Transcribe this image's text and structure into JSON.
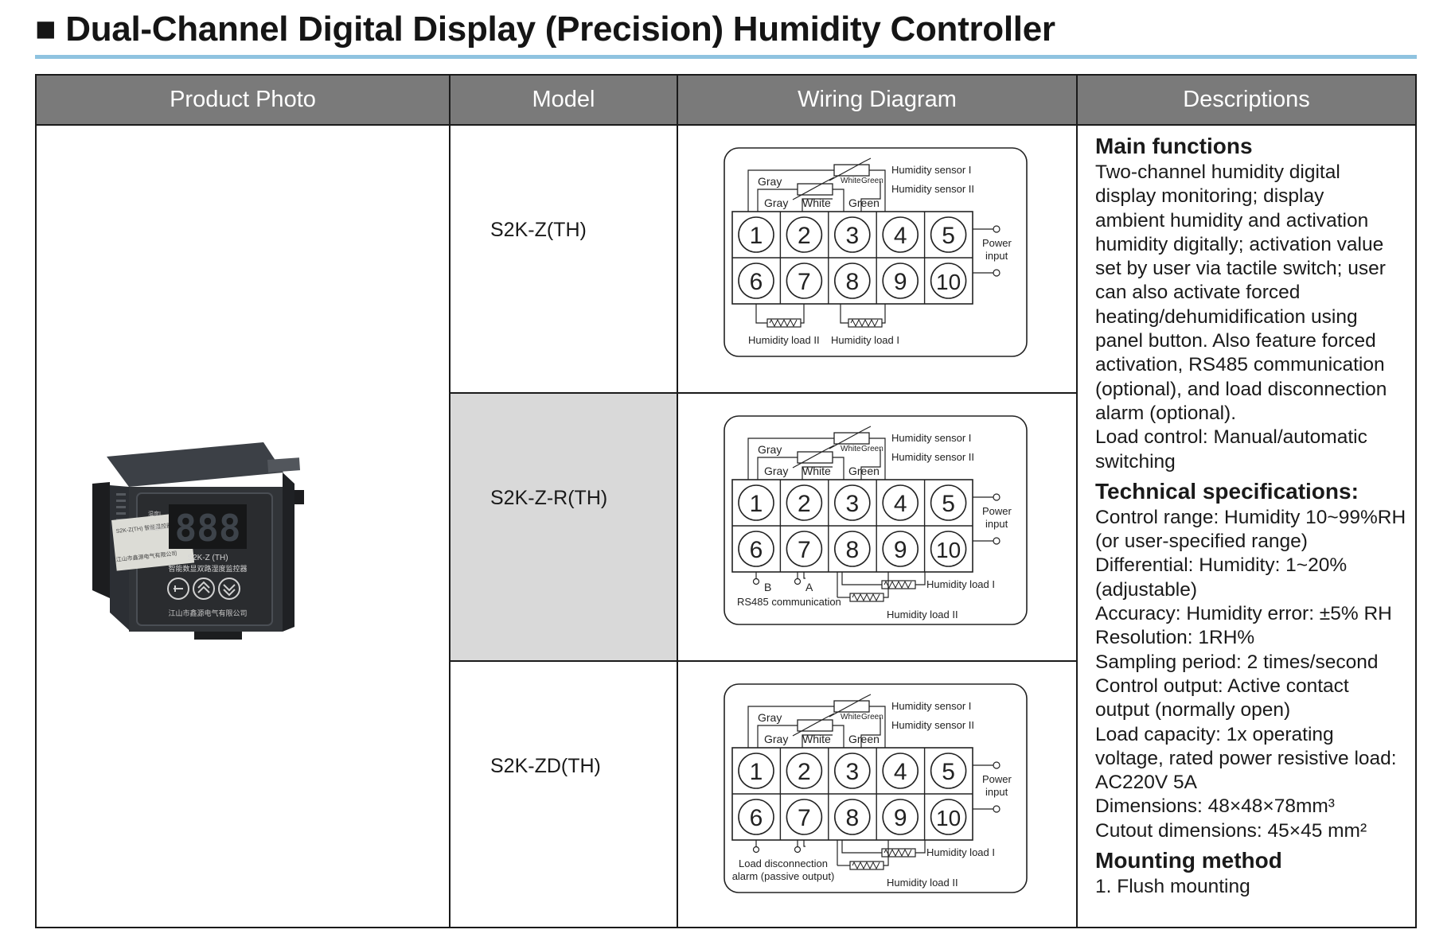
{
  "page": {
    "bullet": "■",
    "title": "Dual-Channel Digital Display (Precision) Humidity Controller"
  },
  "table": {
    "headers": [
      "Product Photo",
      "Model",
      "Wiring Diagram",
      "Descriptions"
    ],
    "models": [
      "S2K-Z(TH)",
      "S2K-Z-R(TH)",
      "S2K-ZD(TH)"
    ]
  },
  "product_photo": {
    "panel_model": "S2K-Z (TH)",
    "panel_name": "智能数显双路湿度监控器",
    "panel_maker": "江山市鑫源电气有限公司",
    "panel_left_1": "湿度I",
    "panel_left_2": "湿度II",
    "display": "888",
    "side_label": "S2K-Z(TH)  智能温控器  AC220V",
    "side_maker": "江山市鑫源电气有限公司"
  },
  "wiring": {
    "terminals": [
      "1",
      "2",
      "3",
      "4",
      "5",
      "6",
      "7",
      "8",
      "9",
      "10"
    ],
    "wire_gray": "Gray",
    "wire_white": "White",
    "wire_green": "Green",
    "sensor_1": "Humidity sensor I",
    "sensor_2": "Humidity sensor II",
    "power_1": "Power",
    "power_2": "input",
    "load_1": "Humidity load I",
    "load_2": "Humidity load II",
    "rs485_b": "B",
    "rs485_a": "A",
    "rs485": "RS485 communication",
    "alarm_1": "Load disconnection",
    "alarm_2": "alarm (passive output)"
  },
  "descriptions": [
    {
      "heading": "Main functions",
      "lines": [
        "Two-channel humidity digital",
        "display monitoring; display",
        "ambient humidity and activation",
        "humidity digitally; activation value",
        "set by user via tactile switch; user",
        "can also activate forced",
        "heating/dehumidification using",
        "panel button. Also feature forced",
        "activation, RS485 communication",
        "(optional), and load disconnection",
        "alarm (optional).",
        "Load control: Manual/automatic",
        "switching"
      ]
    },
    {
      "heading": "Technical specifications:",
      "lines": [
        "Control range: Humidity 10~99%RH",
        "(or user-specified range)",
        "Differential: Humidity: 1~20%",
        "(adjustable)",
        "Accuracy: Humidity error: ±5% RH",
        "Resolution: 1RH%",
        "Sampling period: 2 times/second",
        "Control output: Active contact",
        "output (normally open)",
        "Load capacity: 1x operating",
        "voltage, rated power resistive load:",
        "AC220V 5A",
        "Dimensions: 48×48×78mm³",
        "Cutout dimensions: 45×45 mm²"
      ]
    },
    {
      "heading": "Mounting method",
      "lines": [
        "1. Flush mounting"
      ]
    }
  ]
}
